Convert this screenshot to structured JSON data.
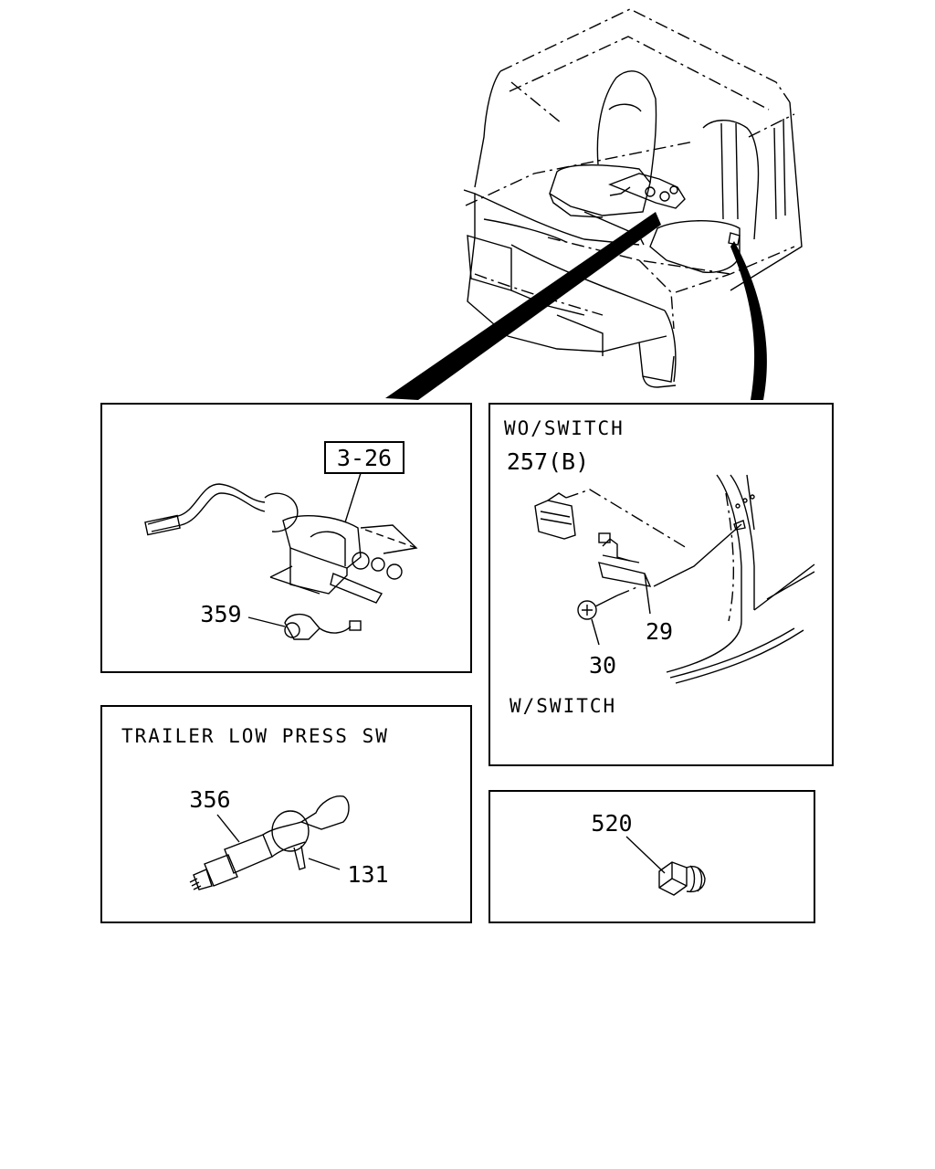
{
  "panels": {
    "column_switch": {
      "callout_ref": "3-26",
      "part": "359"
    },
    "trailer_sw": {
      "caption": "TRAILER LOW PRESS SW",
      "parts": {
        "switch": "356",
        "clip": "131"
      }
    },
    "seat_switch": {
      "caption_top": "WO/SWITCH",
      "caption_bottom": "W/SWITCH",
      "parts": {
        "cover": "257(B)",
        "bracket": "29",
        "screw": "30"
      }
    },
    "plug": {
      "part": "520"
    }
  }
}
